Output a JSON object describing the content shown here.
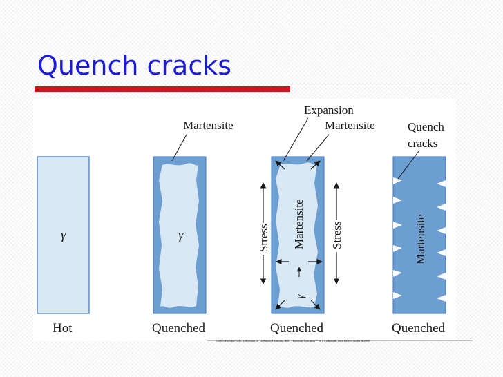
{
  "slide": {
    "title": "Quench cracks"
  },
  "figure": {
    "colors": {
      "martensite": "#6d9ed2",
      "austenite": "#d8e8f5",
      "outline": "#3d73b8",
      "text": "#1a1a1a"
    },
    "panels": [
      {
        "caption": "Hot",
        "phase_symbol": "γ"
      },
      {
        "caption": "Quenched",
        "phase_symbol": "γ",
        "label": "Martensite"
      },
      {
        "caption": "Quenched",
        "phase_symbol": "γ",
        "labels": [
          "Expansion",
          "Martensite"
        ],
        "inner_text": "Martensite",
        "stress_left": "Stress",
        "stress_right": "Stress"
      },
      {
        "caption": "Quenched",
        "label_lines": [
          "Quench",
          "cracks"
        ],
        "inner_text": "Martensite"
      }
    ],
    "credit": "©2003 Brooks/Cole, a division of Thomson Learning, Inc. Thomson Learning™ is a trademark used herein under license."
  }
}
